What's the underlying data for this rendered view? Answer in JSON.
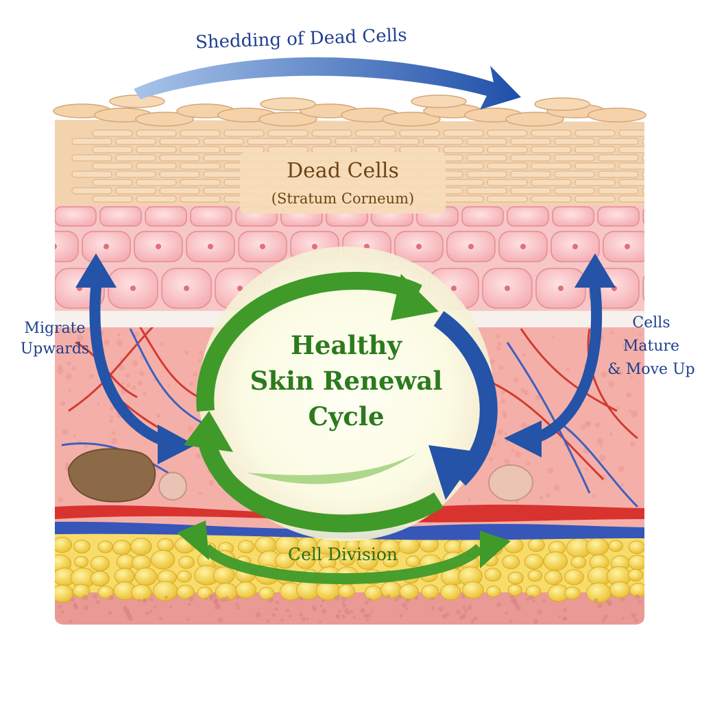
{
  "diagram": {
    "labels": {
      "shedding": "Shedding of Dead Cells",
      "dead_cells": "Dead Cells",
      "stratum": "(Stratum Corneum)",
      "migrate_line1": "Migrate",
      "migrate_line2": "Upwards",
      "mature_line1": "Cells",
      "mature_line2": "Mature",
      "mature_line3": "& Move Up",
      "cycle_line1": "Healthy",
      "cycle_line2": "Skin Renewal",
      "cycle_line3": "Cycle",
      "cell_division": "Cell Division"
    }
  },
  "colors": {
    "arrow_blue": "#2453a8",
    "arrow_green": "#3f9a2a",
    "dead_layer": "#eecfa6",
    "living_cells": "#f6b9bd",
    "dermis": "#f2a6a0",
    "fat": "#f5d24a",
    "vessel_red": "#d8332e",
    "vessel_blue": "#3656b8"
  }
}
